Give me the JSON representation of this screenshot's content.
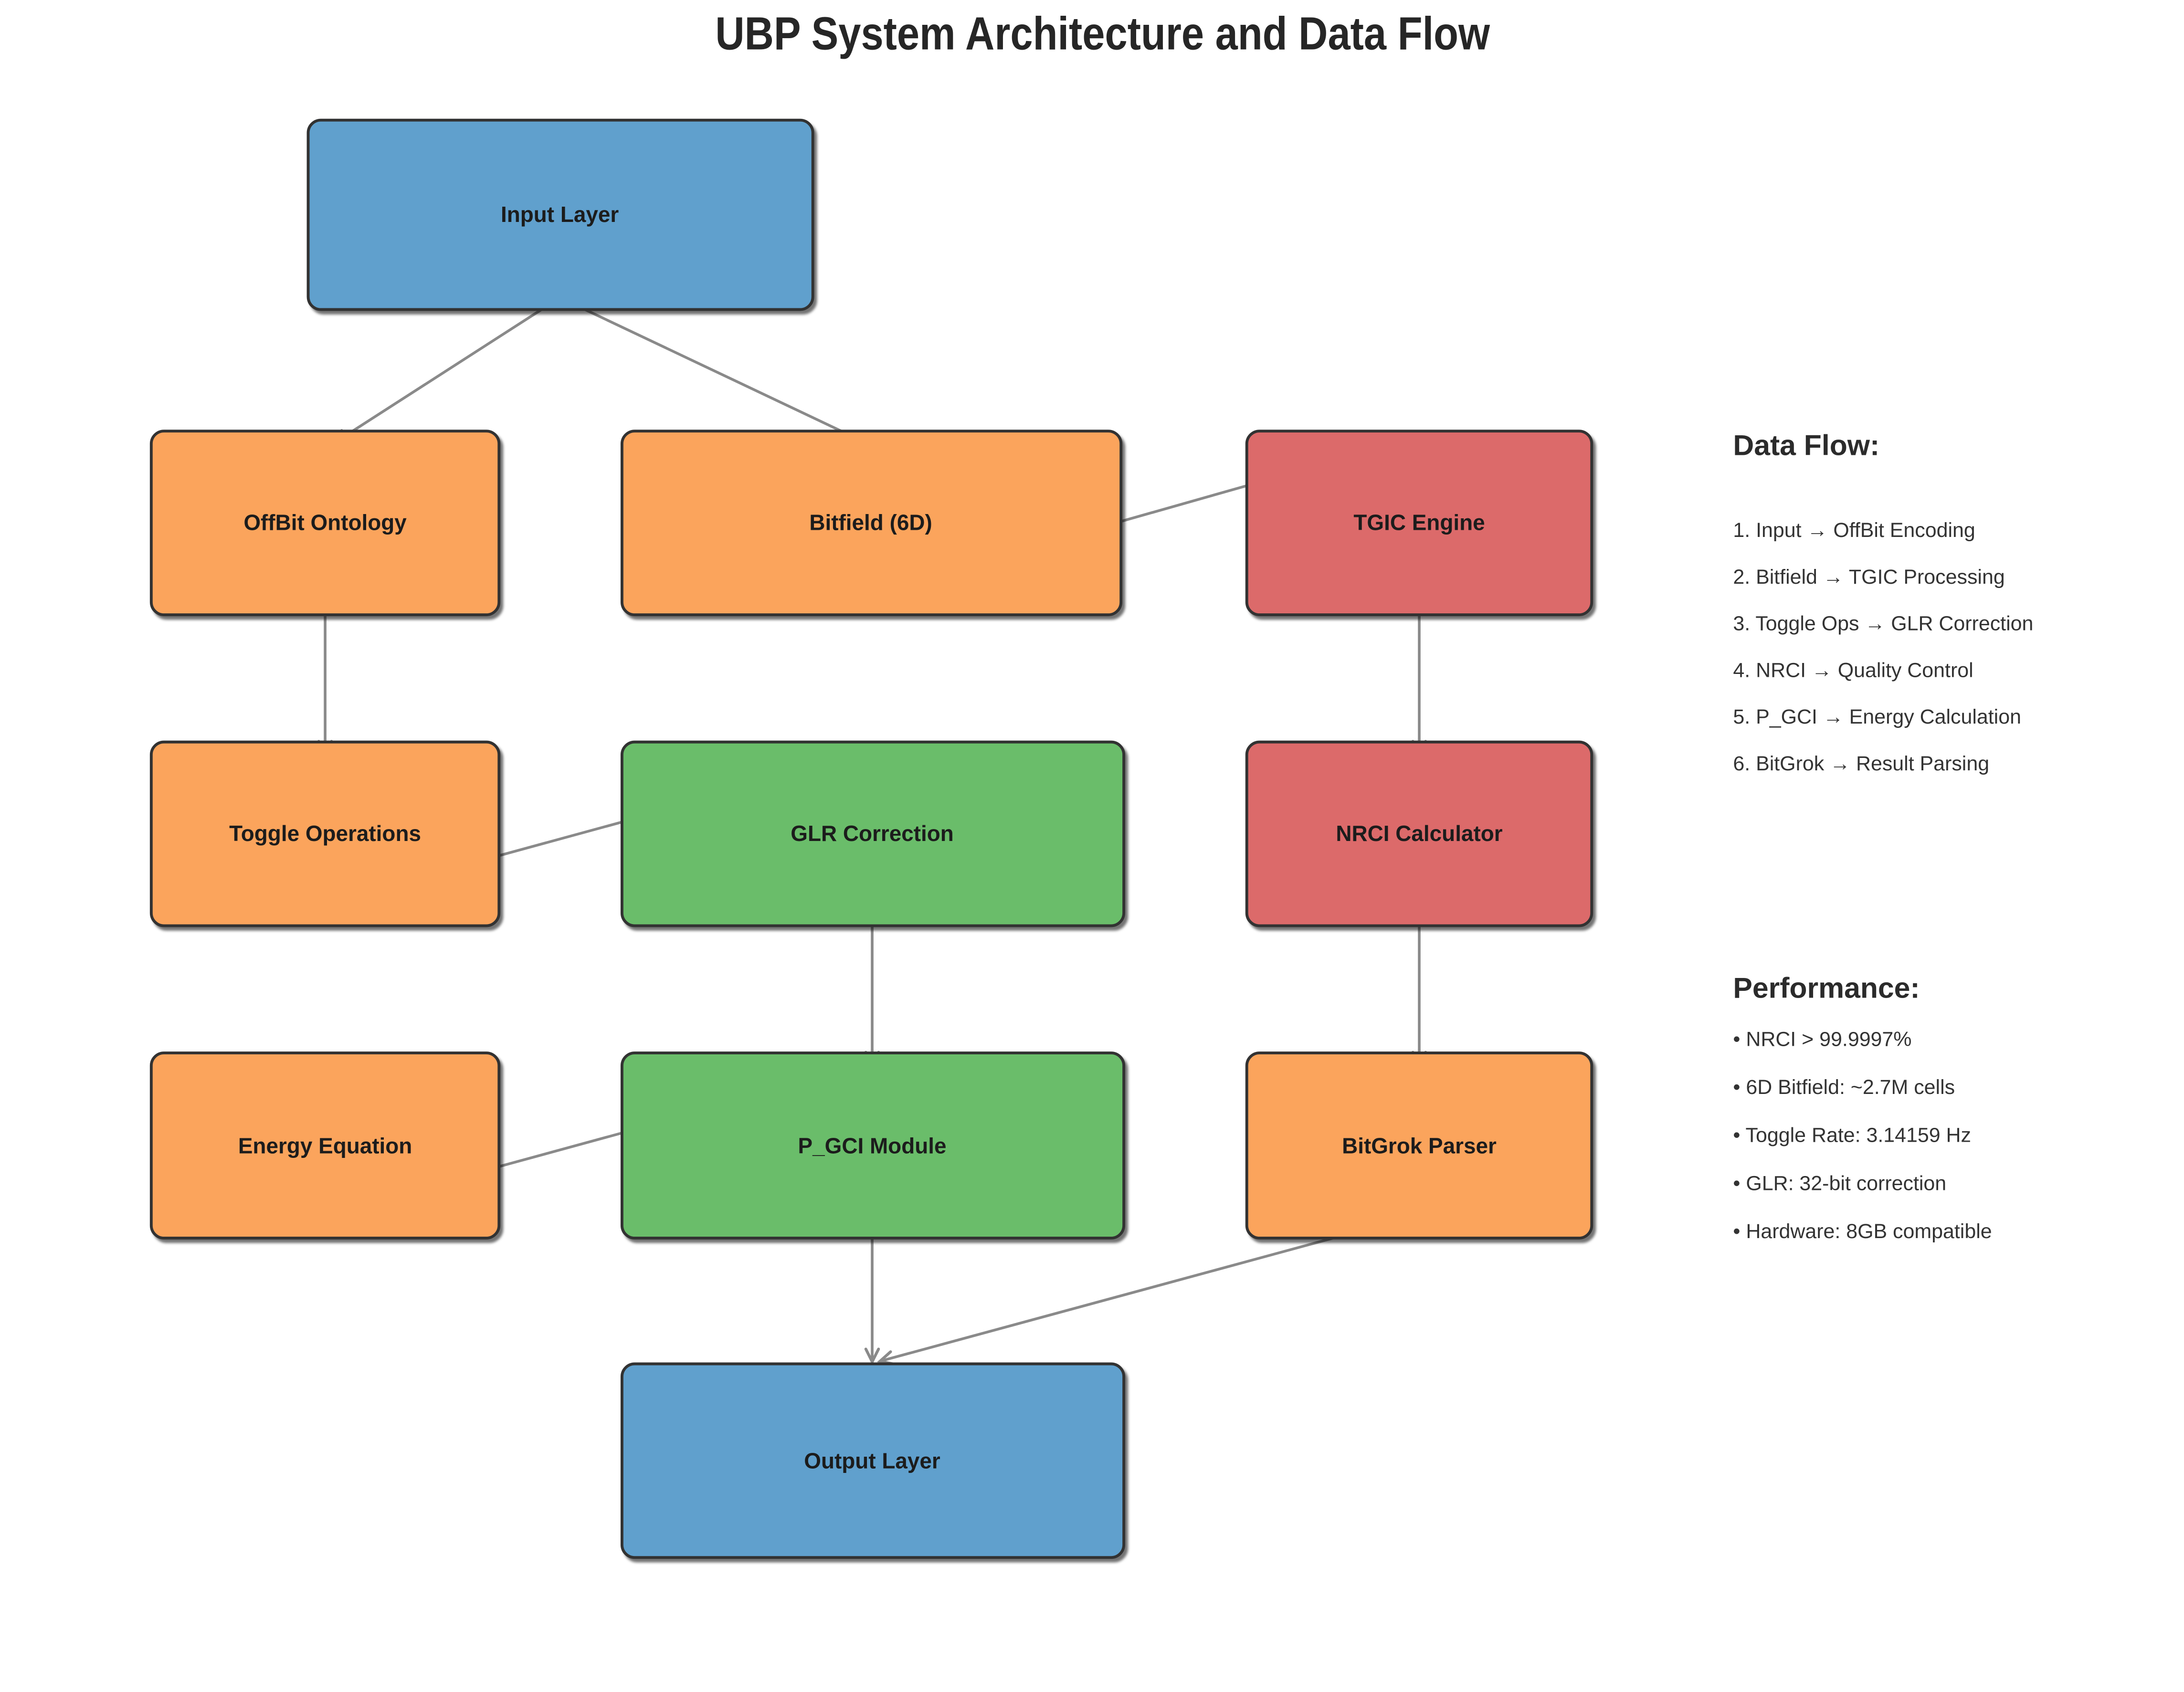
{
  "title": "UBP System Architecture and Data Flow",
  "palette": {
    "blue": "#61A0CD",
    "orange": "#FBA45C",
    "red": "#DC6B6B",
    "green": "#6ABD6A",
    "border": "#333333",
    "arrow": "#8A8A8A",
    "label_text": "#1C1C1C",
    "panel_text": "#333333",
    "background": "#FFFFFF"
  },
  "nodes": [
    {
      "id": "input",
      "label": "Input Layer",
      "color": "#61A0CD"
    },
    {
      "id": "offbit",
      "label": "OffBit Ontology",
      "color": "#FBA45C"
    },
    {
      "id": "bitfield",
      "label": "Bitfield (6D)",
      "color": "#FBA45C"
    },
    {
      "id": "tgic",
      "label": "TGIC Engine",
      "color": "#DC6B6B"
    },
    {
      "id": "toggle",
      "label": "Toggle Operations",
      "color": "#FBA45C"
    },
    {
      "id": "glr",
      "label": "GLR Correction",
      "color": "#6ABD6A"
    },
    {
      "id": "nrci",
      "label": "NRCI Calculator",
      "color": "#DC6B6B"
    },
    {
      "id": "energy",
      "label": "Energy Equation",
      "color": "#FBA45C"
    },
    {
      "id": "pgci",
      "label": "P_GCI Module",
      "color": "#6ABD6A"
    },
    {
      "id": "bitgrok",
      "label": "BitGrok Parser",
      "color": "#FBA45C"
    },
    {
      "id": "output",
      "label": "Output Layer",
      "color": "#61A0CD"
    }
  ],
  "edges": [
    {
      "from": "Input Layer",
      "to": "OffBit Ontology"
    },
    {
      "from": "Input Layer",
      "to": "Bitfield (6D)"
    },
    {
      "from": "OffBit Ontology",
      "to": "Toggle Operations"
    },
    {
      "from": "Bitfield (6D)",
      "to": "TGIC Engine"
    },
    {
      "from": "Toggle Operations",
      "to": "GLR Correction"
    },
    {
      "from": "TGIC Engine",
      "to": "NRCI Calculator"
    },
    {
      "from": "GLR Correction",
      "to": "P_GCI Module"
    },
    {
      "from": "NRCI Calculator",
      "to": "BitGrok Parser"
    },
    {
      "from": "Energy Equation",
      "to": "P_GCI Module"
    },
    {
      "from": "P_GCI Module",
      "to": "Output Layer"
    },
    {
      "from": "BitGrok Parser",
      "to": "Output Layer"
    }
  ],
  "data_flow": {
    "heading": "Data Flow:",
    "items": [
      "1. Input → OffBit Encoding",
      "2. Bitfield → TGIC Processing",
      "3. Toggle Ops → GLR Correction",
      "4. NRCI → Quality Control",
      "5. P_GCI → Energy Calculation",
      "6. BitGrok → Result Parsing"
    ]
  },
  "performance": {
    "heading": "Performance:",
    "items": [
      "• NRCI > 99.9997%",
      "• 6D Bitfield: ~2.7M cells",
      "• Toggle Rate: 3.14159 Hz",
      "• GLR: 32-bit correction",
      "• Hardware: 8GB compatible"
    ]
  }
}
